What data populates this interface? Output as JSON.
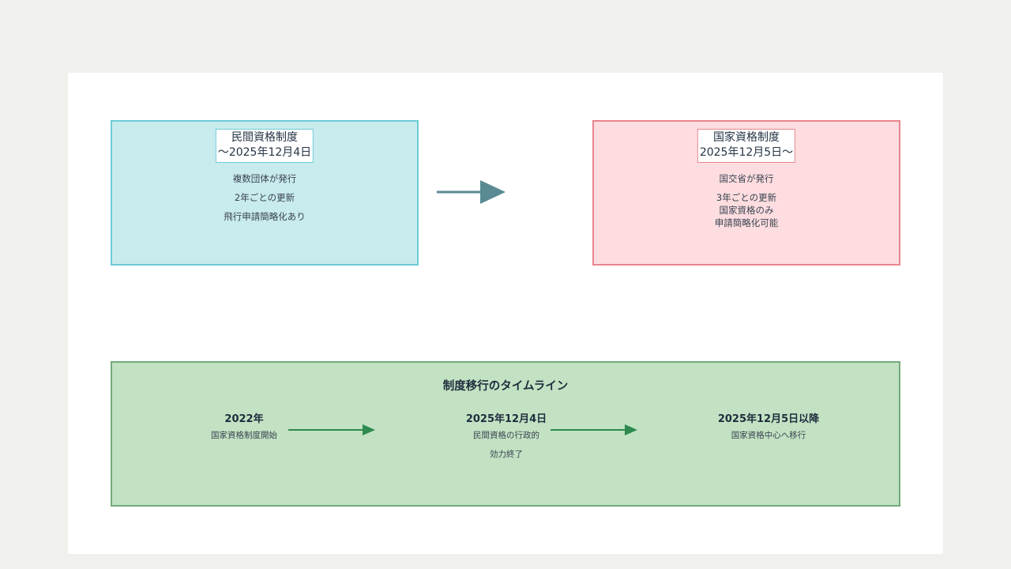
{
  "private_box": {
    "title_line1": "民間資格制度",
    "title_line2": "〜2025年12月4日",
    "items": [
      "複数団体が発行",
      "2年ごとの更新",
      "飛行申請簡略化あり"
    ]
  },
  "national_box": {
    "title_line1": "国家資格制度",
    "title_line2": "2025年12月5日〜",
    "items": [
      "国交省が発行",
      "3年ごとの更新",
      "国家資格のみ",
      "申請簡略化可能"
    ]
  },
  "timeline": {
    "title": "制度移行のタイムライン",
    "events": [
      {
        "date": "2022年",
        "desc": [
          "国家資格制度開始"
        ]
      },
      {
        "date": "2025年12月4日",
        "desc": [
          "民間資格の行政的",
          "効力終了"
        ]
      },
      {
        "date": "2025年12月5日以降",
        "desc": [
          "国家資格中心へ移行"
        ]
      }
    ]
  },
  "colors": {
    "private_fill": "#c8ebee",
    "private_border": "#6ccbd6",
    "national_fill": "#fddde0",
    "national_border": "#e8858c",
    "timeline_fill": "#c2e2c3",
    "timeline_border": "#74a97b",
    "main_arrow": "#5a8a94",
    "timeline_arrow": "#2f8a4f"
  }
}
